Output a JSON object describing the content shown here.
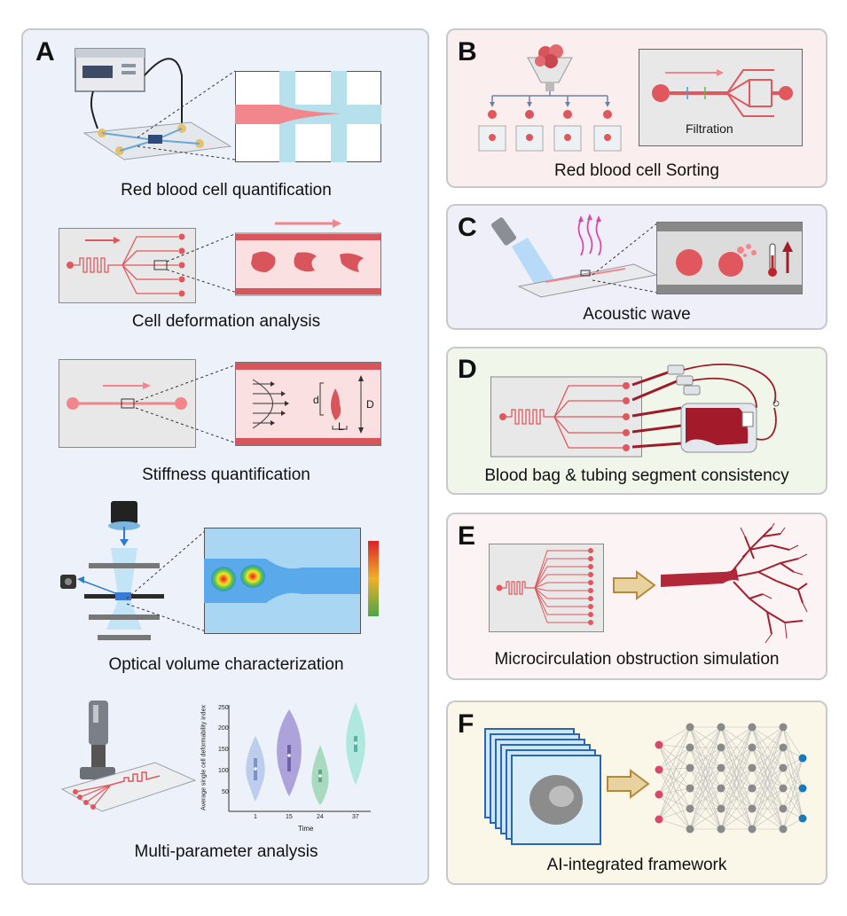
{
  "panels": {
    "A": {
      "label": "A",
      "captions": {
        "rbc_quant": "Red blood cell  quantification",
        "deform": "Cell deformation analysis",
        "stiffness": "Stiffness quantification",
        "optical": "Optical volume characterization",
        "multi": "Multi-parameter analysis"
      },
      "stiffness_labels": {
        "d": "d",
        "D": "D",
        "L": "L"
      },
      "violin_chart": {
        "ylabel": "Average single cell deformability index",
        "xlabel": "Time",
        "yticks": [
          "50",
          "100",
          "150",
          "200",
          "250"
        ],
        "xticks": [
          "1",
          "15",
          "24",
          "37"
        ]
      }
    },
    "B": {
      "label": "B",
      "caption": "Red blood cell Sorting",
      "filtration": "Filtration"
    },
    "C": {
      "label": "C",
      "caption": "Acoustic wave"
    },
    "D": {
      "label": "D",
      "caption": "Blood bag & tubing segment consistency"
    },
    "E": {
      "label": "E",
      "caption": "Microcirculation obstruction simulation"
    },
    "F": {
      "label": "F",
      "caption": "AI-integrated framework"
    },
    "colors": {
      "panel_A_bg": "#edf2fa",
      "panel_B_bg": "#fbeeee",
      "panel_C_bg": "#efeffa",
      "panel_D_bg": "#f1f6ea",
      "panel_E_bg": "#fcf4f4",
      "panel_F_bg": "#faf6e8",
      "cell_red": "#e0575d",
      "channel_blue": "#b5e0ec"
    }
  }
}
